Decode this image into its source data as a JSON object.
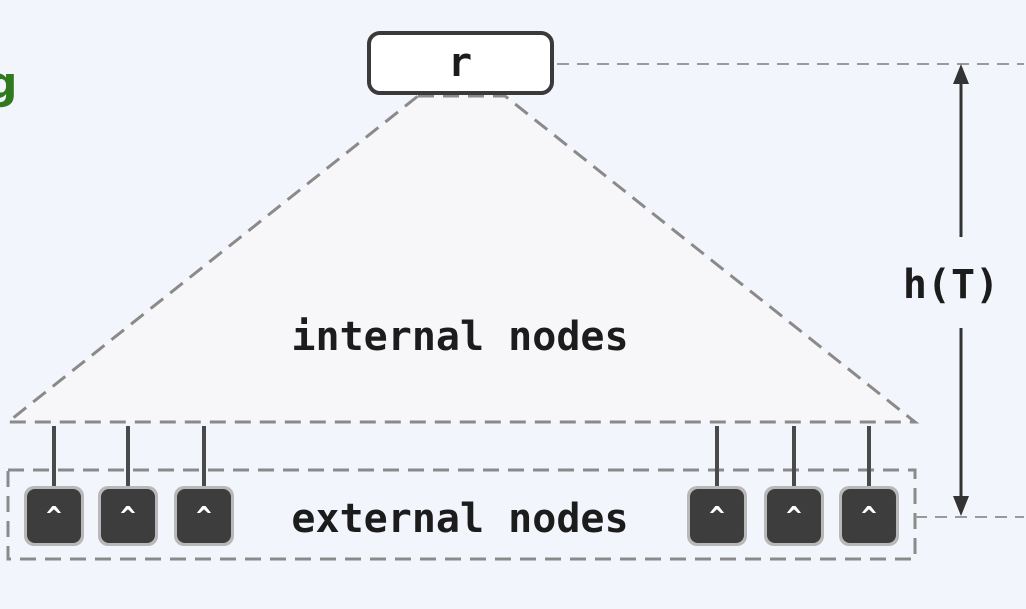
{
  "diagram": {
    "root_label": "r",
    "internal_label": "internal nodes",
    "external_label": "external nodes",
    "height_label": "h(T)",
    "external_nodes": [
      {
        "symbol": "^"
      },
      {
        "symbol": "^"
      },
      {
        "symbol": "^"
      },
      {
        "symbol": "^"
      },
      {
        "symbol": "^"
      },
      {
        "symbol": "^"
      }
    ],
    "colors": {
      "background": "#f2f5fb",
      "triangle_fill": "#f7f7f9",
      "dash": "#8a8a8a",
      "root_border": "#3a3a3a",
      "leaf_fill": "#3d3d3d",
      "leaf_ring": "#b8b8b8",
      "edge_glyph": "#2f7a1f"
    }
  }
}
